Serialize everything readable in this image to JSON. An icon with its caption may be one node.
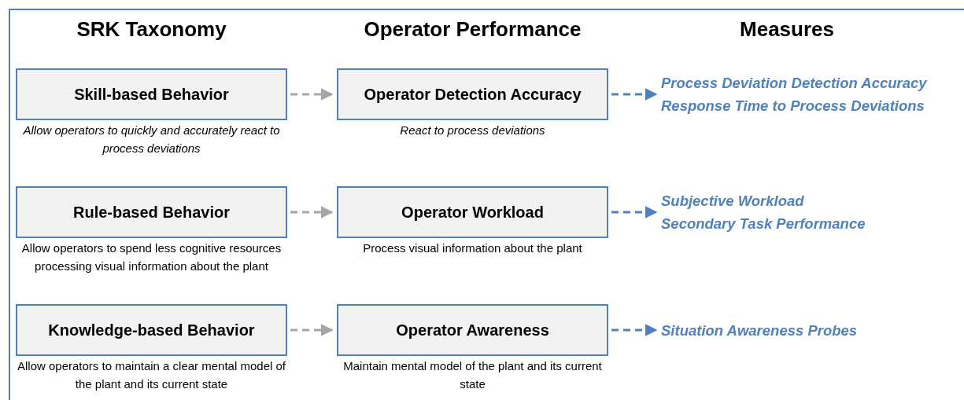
{
  "diagram": {
    "nodes": [
      {
        "text": [
          "Skill-based Behavior"
        ],
        "beside": [
          "Allow operators to quickly and accurately react to process deviations"
        ]
      },
      {
        "text": [
          "Operator Detection Accuracy"
        ],
        "beside": [
          "React to process deviations"
        ]
      },
      {
        "text": [
          "Process Deviation Detection Accuracy",
          "Response Time to Process Deviations"
        ]
      },
      {
        "text": [
          "Rule-based Behavior"
        ],
        "beside": [
          "Allow operators to spend less cognitive resources processing visual information about the plant"
        ]
      },
      {
        "text": [
          "Operator Workload"
        ],
        "beside": [
          "Process visual information about the plant"
        ]
      },
      {
        "text": [
          "Subjective Workload",
          "Secondary Task Performance"
        ]
      },
      {
        "text": [
          "Knowledge-based Behavior"
        ],
        "beside": [
          "Allow operators to maintain a clear mental model of the plant and its current state"
        ]
      },
      {
        "text": [
          "Operator Awareness"
        ],
        "beside": [
          "Maintain mental model of the plant and its current state"
        ]
      },
      {
        "text": [
          "Situation Awareness Probes"
        ]
      }
    ],
    "edges": [
      {
        "from": 0,
        "to": 1,
        "arrow": "to",
        "style": "dashed",
        "color": "#a6a6a6"
      },
      {
        "from": 1,
        "to": 2,
        "arrow": "to",
        "style": "dashed",
        "color": "#4f81bd"
      },
      {
        "from": 3,
        "to": 4,
        "arrow": "to",
        "style": "dashed",
        "color": "#a6a6a6"
      },
      {
        "from": 4,
        "to": 5,
        "arrow": "to",
        "style": "dashed",
        "color": "#4f81bd"
      },
      {
        "from": 6,
        "to": 7,
        "arrow": "to",
        "style": "dashed",
        "color": "#a6a6a6"
      },
      {
        "from": 7,
        "to": 8,
        "arrow": "to",
        "style": "dashed",
        "color": "#4f81bd"
      }
    ],
    "labels": [
      "SRK Taxonomy",
      "Operator Performance",
      "Measures"
    ]
  }
}
